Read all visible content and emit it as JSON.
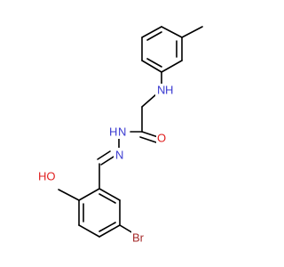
{
  "molecule": {
    "atoms": {
      "nh_amine": {
        "text": "H",
        "prefix": "N",
        "color": "#3a3ad0"
      },
      "nh_hydrazide": {
        "text": "H",
        "prefix": "N",
        "color": "#3a3ad0"
      },
      "n_imine": {
        "text": "N",
        "color": "#3a3ad0"
      },
      "o_carbonyl": {
        "text": "O",
        "color": "#e02020"
      },
      "oh": {
        "text": "HO",
        "color": "#e02020"
      },
      "br": {
        "text": "Br",
        "color": "#a52a2a"
      }
    }
  }
}
